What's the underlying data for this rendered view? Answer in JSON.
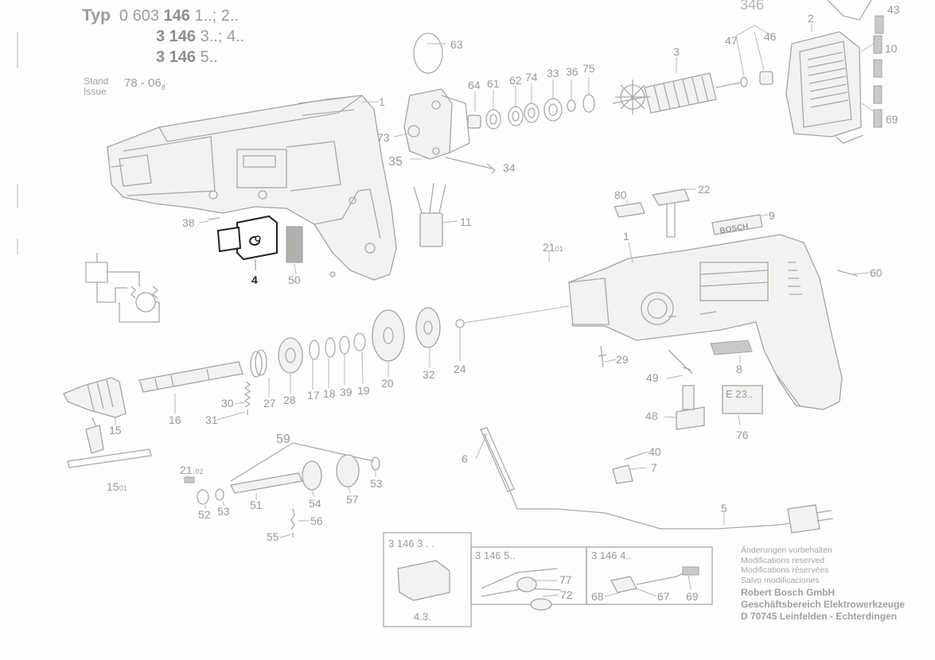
{
  "header": {
    "typ_label": "Typ",
    "line1_prefix": "0 603 ",
    "line1_bold": "146",
    "line1_suffix": " 1..; 2..",
    "line2_bold": "3 146",
    "line2_suffix": " 3..; 4..",
    "line3_bold": "3 146",
    "line3_suffix": " 5..",
    "stand_label": "Stand",
    "issue_label": "Issue",
    "stand_value": "78 - 06",
    "stand_sub": "8"
  },
  "top_right_fragment": "346",
  "parts": [
    {
      "id": "p1a",
      "label": "1"
    },
    {
      "id": "p2",
      "label": "2"
    },
    {
      "id": "p3",
      "label": "3"
    },
    {
      "id": "p4",
      "label": "4"
    },
    {
      "id": "p5",
      "label": "5"
    },
    {
      "id": "p6",
      "label": "6"
    },
    {
      "id": "p7",
      "label": "7"
    },
    {
      "id": "p8",
      "label": "8"
    },
    {
      "id": "p9",
      "label": "9"
    },
    {
      "id": "p10",
      "label": "10"
    },
    {
      "id": "p11",
      "label": "11"
    },
    {
      "id": "p15",
      "label": "15"
    },
    {
      "id": "p1501",
      "label": "15",
      "sub": "01"
    },
    {
      "id": "p16",
      "label": "16"
    },
    {
      "id": "p17",
      "label": "17"
    },
    {
      "id": "p18",
      "label": "18"
    },
    {
      "id": "p19",
      "label": "19"
    },
    {
      "id": "p20",
      "label": "20"
    },
    {
      "id": "p2101",
      "label": "21",
      "sub": "01"
    },
    {
      "id": "p2102",
      "label": "21.",
      "sub": "02"
    },
    {
      "id": "p22",
      "label": "22"
    },
    {
      "id": "p24",
      "label": "24"
    },
    {
      "id": "p27",
      "label": "27"
    },
    {
      "id": "p28",
      "label": "28"
    },
    {
      "id": "p29",
      "label": "29"
    },
    {
      "id": "p30",
      "label": "30"
    },
    {
      "id": "p31",
      "label": "31"
    },
    {
      "id": "p32",
      "label": "32"
    },
    {
      "id": "p33",
      "label": "33"
    },
    {
      "id": "p34",
      "label": "34"
    },
    {
      "id": "p35",
      "label": "35"
    },
    {
      "id": "p36",
      "label": "36"
    },
    {
      "id": "p38",
      "label": "38"
    },
    {
      "id": "p39",
      "label": "39"
    },
    {
      "id": "p40",
      "label": "40"
    },
    {
      "id": "p43",
      "label": "43"
    },
    {
      "id": "p46",
      "label": "46"
    },
    {
      "id": "p47",
      "label": "47"
    },
    {
      "id": "p48",
      "label": "48"
    },
    {
      "id": "p49",
      "label": "49"
    },
    {
      "id": "p50",
      "label": "50"
    },
    {
      "id": "p51",
      "label": "51"
    },
    {
      "id": "p52",
      "label": "52"
    },
    {
      "id": "p53a",
      "label": "53"
    },
    {
      "id": "p53b",
      "label": "53"
    },
    {
      "id": "p54",
      "label": "54"
    },
    {
      "id": "p55",
      "label": "55"
    },
    {
      "id": "p56",
      "label": "56"
    },
    {
      "id": "p57",
      "label": "57"
    },
    {
      "id": "p59",
      "label": "59"
    },
    {
      "id": "p60",
      "label": "60"
    },
    {
      "id": "p61",
      "label": "61"
    },
    {
      "id": "p62",
      "label": "62"
    },
    {
      "id": "p63",
      "label": "63"
    },
    {
      "id": "p64",
      "label": "64"
    },
    {
      "id": "p67",
      "label": "67"
    },
    {
      "id": "p68",
      "label": "68"
    },
    {
      "id": "p69a",
      "label": "69"
    },
    {
      "id": "p69b",
      "label": "69"
    },
    {
      "id": "p72",
      "label": "72"
    },
    {
      "id": "p73",
      "label": "73"
    },
    {
      "id": "p74",
      "label": "74"
    },
    {
      "id": "p75",
      "label": "75"
    },
    {
      "id": "p76",
      "label": "76"
    },
    {
      "id": "p77",
      "label": "77"
    },
    {
      "id": "p80",
      "label": "80"
    },
    {
      "id": "p1b",
      "label": "1"
    }
  ],
  "plate_texts": {
    "brand_plate": "BOSCH",
    "e23_plate": "E 23.."
  },
  "insets": [
    {
      "id": "inset1",
      "title": "3 146 3 . .",
      "footer": "4.3."
    },
    {
      "id": "inset2",
      "title": "3 146 5.."
    },
    {
      "id": "inset3",
      "title": "3 146  4.."
    }
  ],
  "notes": {
    "lines": [
      "Änderungen vorbehalten",
      "Modifications reserved",
      "Modifications réservées",
      "Salvo modificaciones"
    ],
    "company": [
      "Robert Bosch GmbH",
      "Geschäftsbereich Elektrowerkzeuge",
      "D 70745 Leinfelden - Echterdingen"
    ]
  },
  "colors": {
    "line": "#a9a9a9",
    "text": "#9a9a9a",
    "highlight": "#222222",
    "background": "#fdfdfb"
  }
}
